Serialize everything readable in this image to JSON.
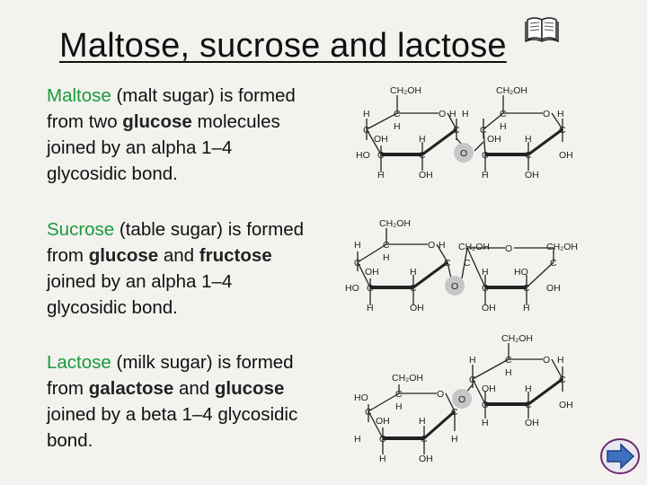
{
  "slide": {
    "title": "Maltose, sucrose and lactose",
    "icons": {
      "top": "book-icon",
      "nav": "next-arrow-icon"
    },
    "colors": {
      "highlight": "#1a9a3c",
      "background": "#f3f2ef",
      "nav": "#3f6fbf"
    },
    "paragraphs": [
      {
        "sugar": "Maltose",
        "sugar_rest": " (malt sugar) is formed from two ",
        "part1": "glucose",
        "mid": " molecules joined by an alpha 1–4 glycosidic bond.",
        "part2": "",
        "end": ""
      },
      {
        "sugar": "Sucrose",
        "sugar_rest": " (table sugar) is formed from ",
        "part1": "glucose",
        "mid": " and ",
        "part2": "fructose",
        "end": " joined by an alpha 1–4 glycosidic bond."
      },
      {
        "sugar": "Lactose",
        "sugar_rest": " (milk sugar) is formed from ",
        "part1": "galactose",
        "mid": " and ",
        "part2": "glucose",
        "end": " joined by a beta 1–4 glycosidic bond."
      }
    ],
    "atoms": {
      "ch2oh": "CH₂OH",
      "h": "H",
      "o": "O",
      "oh": "OH",
      "c": "C",
      "ho": "HO"
    }
  }
}
